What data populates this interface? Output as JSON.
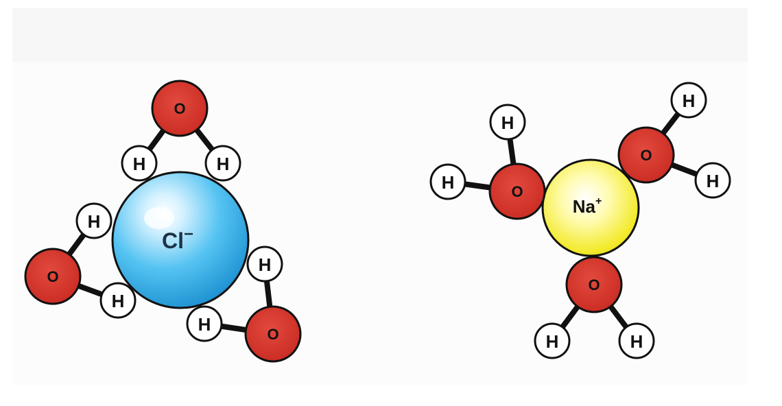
{
  "diagram": {
    "chloride_cluster": {
      "ion": {
        "symbol": "Cl",
        "charge": "−"
      },
      "oxygen_label": "O",
      "hydrogen_label": "H"
    },
    "sodium_cluster": {
      "ion": {
        "symbol": "Na",
        "charge": "+"
      },
      "oxygen_label": "O",
      "hydrogen_label": "H"
    },
    "colors": {
      "oxygen": "#d9342b",
      "hydrogen": "#ffffff",
      "chloride": "#3fb6ee",
      "sodium": "#f4ee30",
      "bond": "#111111"
    }
  }
}
